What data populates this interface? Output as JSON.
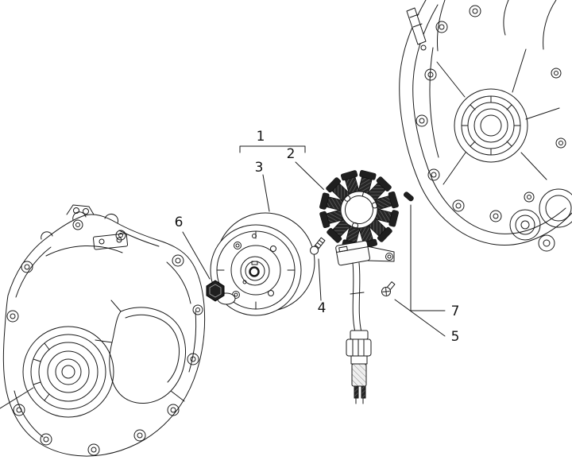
{
  "diagram": {
    "background_color": "#ffffff",
    "line_color": "#1a1a1a",
    "coil_color": "#262626",
    "callouts": [
      {
        "label": "1"
      },
      {
        "label": "2"
      },
      {
        "label": "3"
      },
      {
        "label": "4"
      },
      {
        "label": "5"
      },
      {
        "label": "6"
      },
      {
        "label": "7"
      }
    ]
  }
}
